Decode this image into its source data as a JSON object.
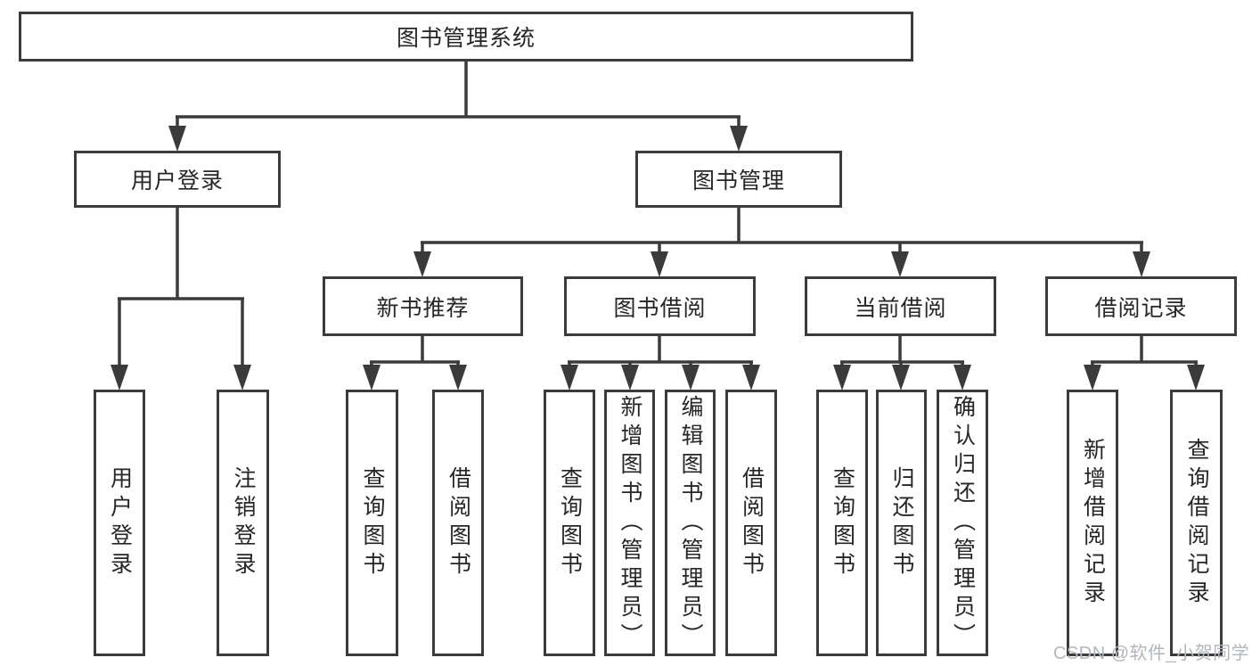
{
  "root": {
    "label": "图书管理系统"
  },
  "level2": {
    "user_login": {
      "label": "用户登录"
    },
    "book_mgmt": {
      "label": "图书管理"
    }
  },
  "level3": {
    "new_book_rec": {
      "label": "新书推荐"
    },
    "book_borrow": {
      "label": "图书借阅"
    },
    "current_borrow": {
      "label": "当前借阅"
    },
    "borrow_records": {
      "label": "借阅记录"
    }
  },
  "leaves": {
    "login": "用户登录",
    "logout": "注销登录",
    "rec_query": "查询图书",
    "rec_borrow": "借阅图书",
    "bb_query": "查询图书",
    "bb_add": "新增图书（管理员）",
    "bb_edit": "编辑图书（管理员）",
    "bb_borrow": "借阅图书",
    "cur_query": "查询图书",
    "cur_return": "归还图书",
    "cur_confirm": "确认归还（管理员）",
    "rec2_add": "新增借阅记录",
    "rec2_query": "查询借阅记录"
  },
  "watermark": {
    "text": "CSDN @软件_小贺同学"
  },
  "colors": {
    "line": "#3b3b3b",
    "text": "#262626",
    "watermark": "#b2b6bc",
    "background": "#ffffff"
  }
}
